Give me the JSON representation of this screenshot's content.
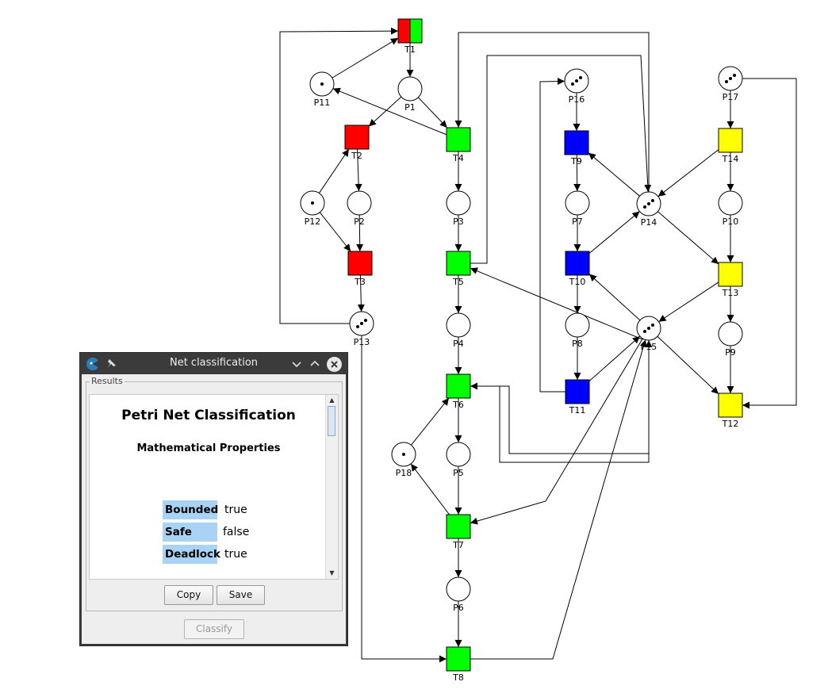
{
  "net": {
    "places": [
      {
        "id": "P1",
        "label": "P1",
        "tokens": 0
      },
      {
        "id": "P2",
        "label": "P2",
        "tokens": 0
      },
      {
        "id": "P3",
        "label": "P3",
        "tokens": 0
      },
      {
        "id": "P4",
        "label": "P4",
        "tokens": 0
      },
      {
        "id": "P5",
        "label": "P5",
        "tokens": 0
      },
      {
        "id": "P6",
        "label": "P6",
        "tokens": 0
      },
      {
        "id": "P7",
        "label": "P7",
        "tokens": 0
      },
      {
        "id": "P8",
        "label": "P8",
        "tokens": 0
      },
      {
        "id": "P9",
        "label": "P9",
        "tokens": 0
      },
      {
        "id": "P10",
        "label": "P10",
        "tokens": 0
      },
      {
        "id": "P11",
        "label": "P11",
        "tokens": 1
      },
      {
        "id": "P12",
        "label": "P12",
        "tokens": 1
      },
      {
        "id": "P13",
        "label": "P13",
        "tokens": 3
      },
      {
        "id": "P14",
        "label": "P14",
        "tokens": 3
      },
      {
        "id": "P15",
        "label": "P15",
        "tokens": 3
      },
      {
        "id": "P16",
        "label": "P16",
        "tokens": 3
      },
      {
        "id": "P17",
        "label": "P17",
        "tokens": 3
      },
      {
        "id": "P18",
        "label": "P18",
        "tokens": 1
      }
    ],
    "transitions": [
      {
        "id": "T1",
        "label": "T1",
        "colors": [
          "#ff0000",
          "#00ff00"
        ]
      },
      {
        "id": "T2",
        "label": "T2",
        "colors": [
          "#ff0000"
        ]
      },
      {
        "id": "T3",
        "label": "T3",
        "colors": [
          "#ff0000"
        ]
      },
      {
        "id": "T4",
        "label": "T4",
        "colors": [
          "#00ff00"
        ]
      },
      {
        "id": "T5",
        "label": "T5",
        "colors": [
          "#00ff00"
        ]
      },
      {
        "id": "T6",
        "label": "T6",
        "colors": [
          "#00ff00"
        ]
      },
      {
        "id": "T7",
        "label": "T7",
        "colors": [
          "#00ff00"
        ]
      },
      {
        "id": "T8",
        "label": "T8",
        "colors": [
          "#00ff00"
        ]
      },
      {
        "id": "T9",
        "label": "T9",
        "colors": [
          "#0000ff"
        ]
      },
      {
        "id": "T10",
        "label": "T10",
        "colors": [
          "#0000ff"
        ]
      },
      {
        "id": "T11",
        "label": "T11",
        "colors": [
          "#0000ff"
        ]
      },
      {
        "id": "T12",
        "label": "T12",
        "colors": [
          "#ffff00"
        ]
      },
      {
        "id": "T13",
        "label": "T13",
        "colors": [
          "#ffff00"
        ]
      },
      {
        "id": "T14",
        "label": "T14",
        "colors": [
          "#ffff00"
        ]
      }
    ]
  },
  "dialog": {
    "title": "Net classification",
    "results_group": "Results",
    "heading": "Petri Net Classification",
    "subheading": "Mathematical Properties",
    "properties": [
      {
        "key": "Bounded",
        "value": "true"
      },
      {
        "key": "Safe",
        "value": "false"
      },
      {
        "key": "Deadlock",
        "value": "true"
      }
    ],
    "copy_label": "Copy",
    "save_label": "Save",
    "classify_label": "Classify"
  }
}
